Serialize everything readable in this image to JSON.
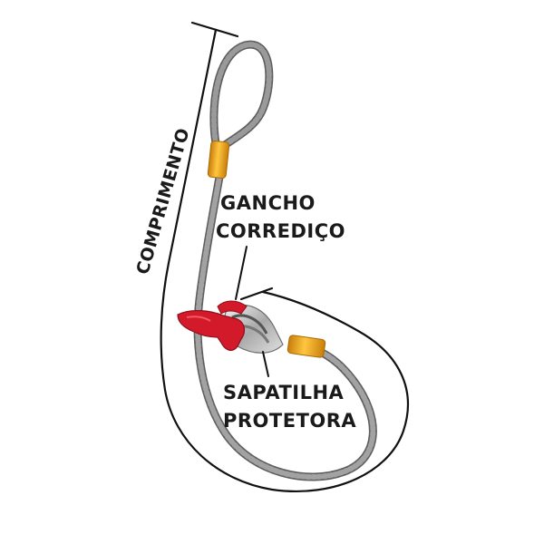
{
  "labels": {
    "length": "COMPRIMENTO",
    "hook_line1": "GANCHO",
    "hook_line2": "CORREDIÇO",
    "thimble_line1": "SAPATILHA",
    "thimble_line2": "PROTETORA"
  },
  "colors": {
    "cable": "#8d8d8d",
    "cable_dark": "#5e5e5e",
    "ferrule": "#f2a51c",
    "hook": "#d21a2a",
    "thimble": "#c9c9c9",
    "dimension_line": "#111111",
    "text": "#1a1a1a"
  },
  "icons": [
    "wire-rope-sling",
    "sliding-hook",
    "protective-thimble",
    "ferrule-sleeve"
  ]
}
